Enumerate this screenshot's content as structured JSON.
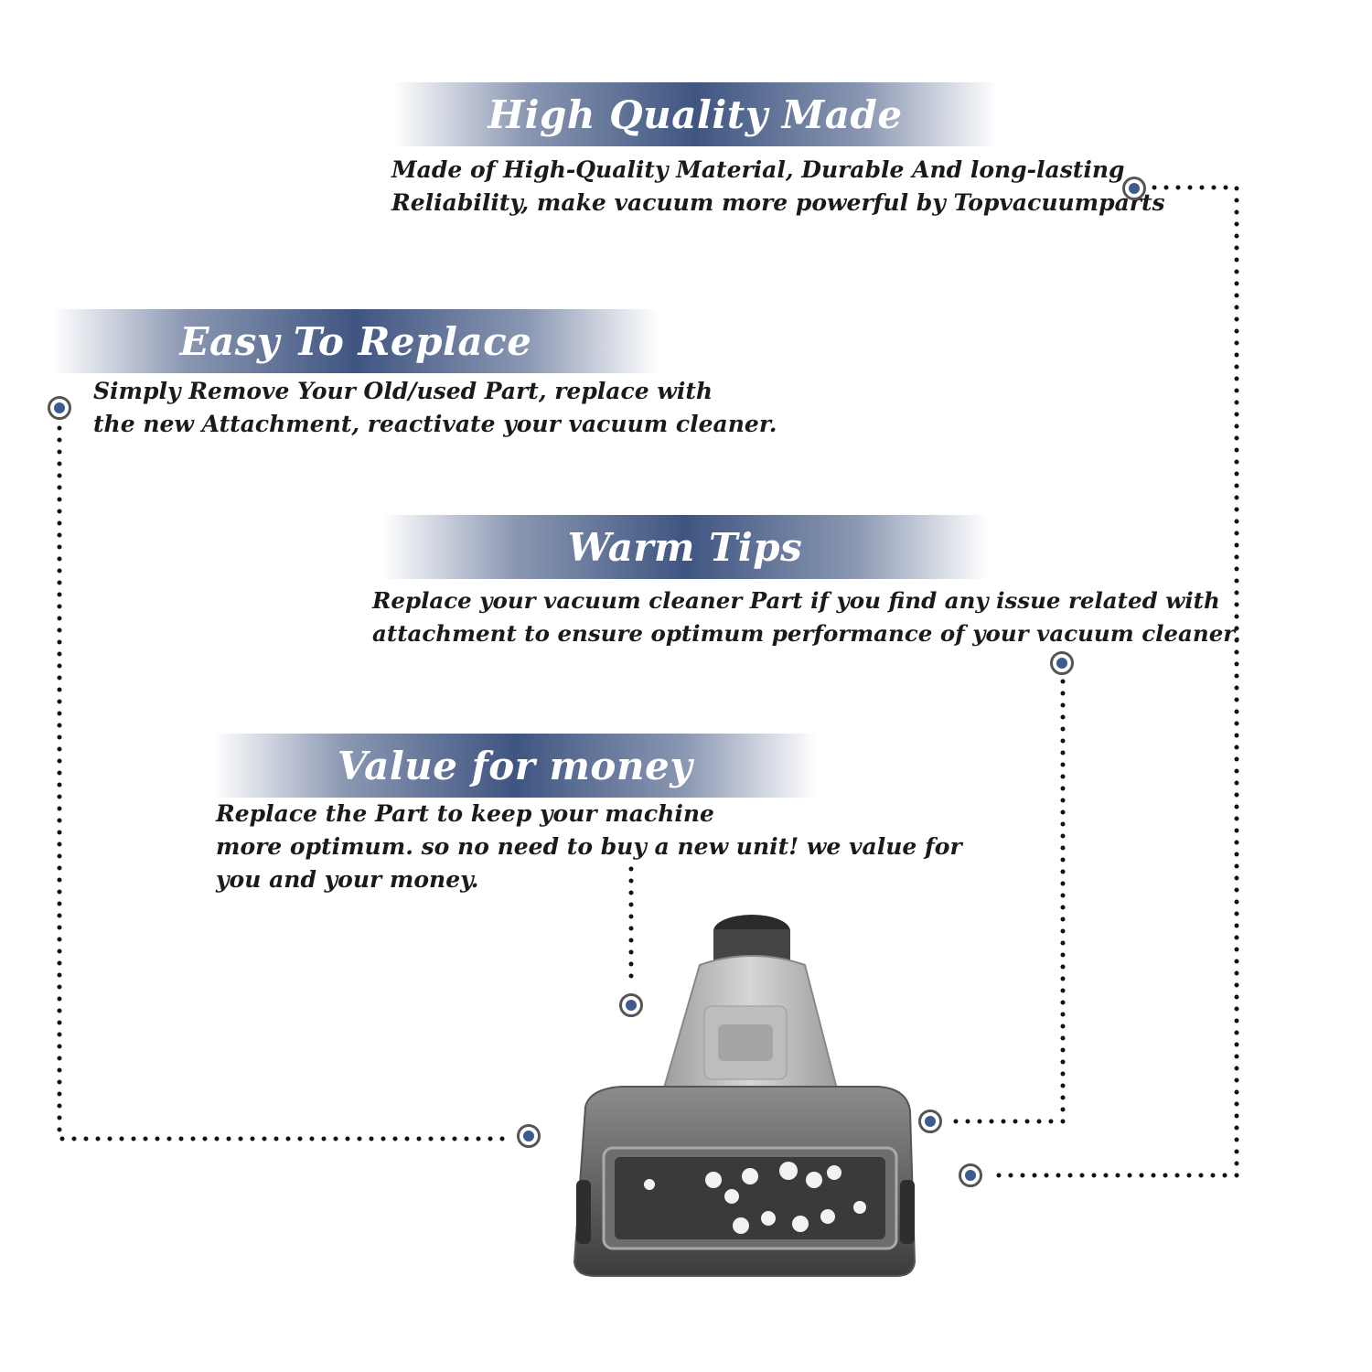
{
  "features": [
    {
      "title": "High Quality Made",
      "lines": [
        "Made of  High-Quality Material, Durable And long-lasting",
        "Reliability, make vacuum more powerful by Topvacuumparts"
      ]
    },
    {
      "title": "Easy To Replace",
      "lines": [
        "Simply Remove Your Old/used Part, replace with",
        "the new Attachment, reactivate your vacuum cleaner."
      ]
    },
    {
      "title": "Warm Tips",
      "lines": [
        "Replace your vacuum cleaner Part if you find any issue related with",
        " attachment to ensure optimum performance of your vacuum cleaner."
      ]
    },
    {
      "title": "Value for money",
      "lines": [
        "Replace the Part to keep your machine",
        "more optimum. so no need to buy a new unit! we value for",
        "you and your money."
      ]
    }
  ],
  "colors": {
    "banner": "#3f5581",
    "dot": "#3e5b8f",
    "text": "#1a1a1a"
  },
  "product_image": "vacuum-turbo-brush-attachment"
}
